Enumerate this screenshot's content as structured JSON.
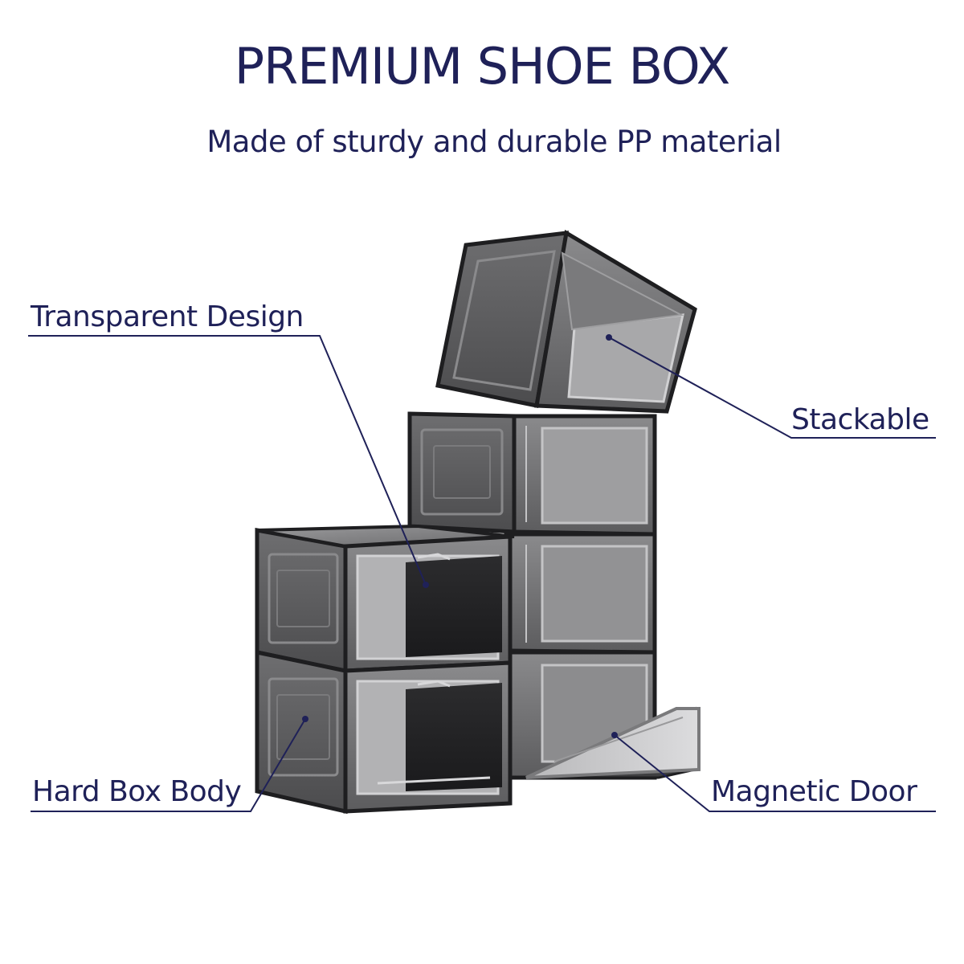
{
  "header": {
    "title": "PREMIUM SHOE BOX",
    "subtitle": "Made of sturdy and durable PP material"
  },
  "callouts": {
    "transparent": "Transparent Design",
    "stackable": "Stackable",
    "hard_body": "Hard Box Body",
    "magnetic": "Magnetic Door"
  },
  "colors": {
    "text": "#1f2158",
    "box_dark": "#3a3a3c",
    "box_mid": "#5a5a5c",
    "box_light": "#8a8a8c"
  }
}
